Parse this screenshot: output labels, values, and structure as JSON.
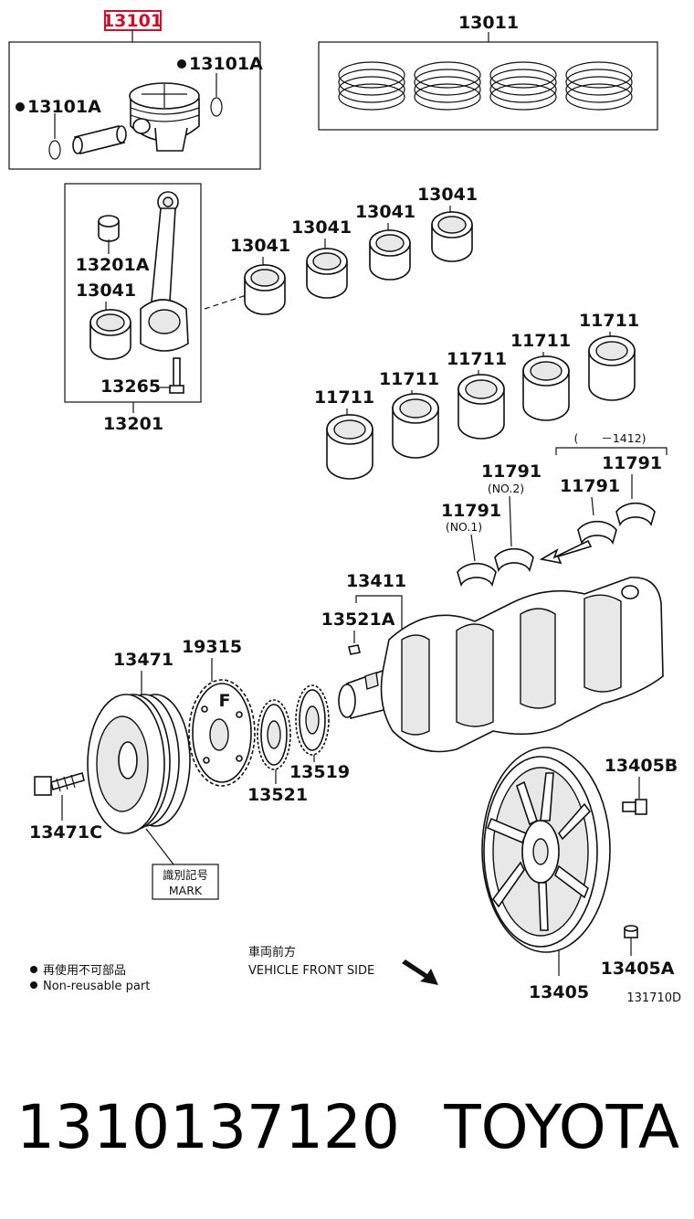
{
  "highlighted_part": "13101",
  "labels": {
    "piston": "13101",
    "snap_ring_a": "13101A",
    "snap_ring_b": "13101A",
    "ring_set": "13011",
    "bush": "13201A",
    "rod_bearing_left": "13041",
    "rod_bearing_1": "13041",
    "rod_bearing_2": "13041",
    "rod_bearing_3": "13041",
    "rod_bearing_4": "13041",
    "rod_bolt": "13265",
    "conrod": "13201",
    "main_bearing_1": "11711",
    "main_bearing_2": "11711",
    "main_bearing_3": "11711",
    "main_bearing_4": "11711",
    "main_bearing_5": "11711",
    "thrust_washer_no1": "11791",
    "thrust_no1_sub": "(NO.1)",
    "thrust_washer_no2": "11791",
    "thrust_no2_sub": "(NO.2)",
    "thrust_washer_3": "11791",
    "thrust_washer_4": "11791",
    "bracket_range": "(　　－1412)",
    "crankshaft": "13411",
    "key": "13521A",
    "pulley": "13471",
    "pulley_bolt": "13471C",
    "timing_plate": "19315",
    "crank_gear": "13521",
    "sprocket": "13519",
    "mark_jp": "識別記号",
    "mark_en": "MARK",
    "flywheel": "13405",
    "flywheel_bolt": "13405B",
    "pin": "13405A",
    "front_jp": "車両前方",
    "front_en": "VEHICLE FRONT SIDE",
    "legend_jp": "再使用不可部品",
    "legend_en": "Non-reusable part",
    "figure_code": "131710D",
    "timing_letter": "F"
  },
  "footer": {
    "part_number": "1310137120",
    "brand": "TOYOTA"
  }
}
